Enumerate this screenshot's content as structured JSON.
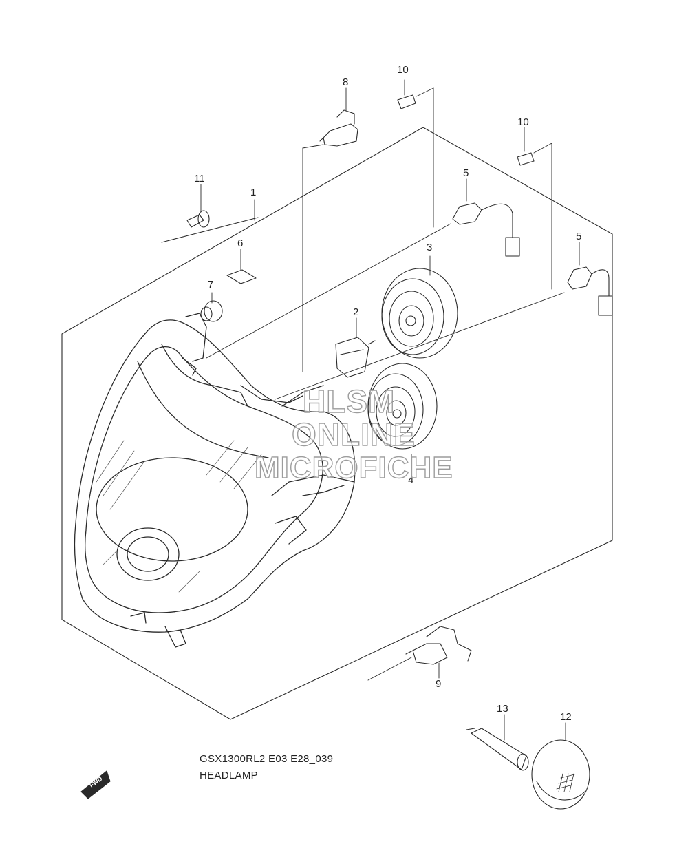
{
  "diagram": {
    "code": "GSX1300RL2 E03 E28_039",
    "title": "HEADLAMP",
    "fwd_badge": "FWD",
    "watermark": [
      "HLSM",
      "ONLINE",
      "MICROFICHE"
    ],
    "callouts": [
      "1",
      "2",
      "3",
      "4",
      "5",
      "5",
      "6",
      "7",
      "8",
      "9",
      "10",
      "10",
      "11",
      "12",
      "13"
    ]
  }
}
